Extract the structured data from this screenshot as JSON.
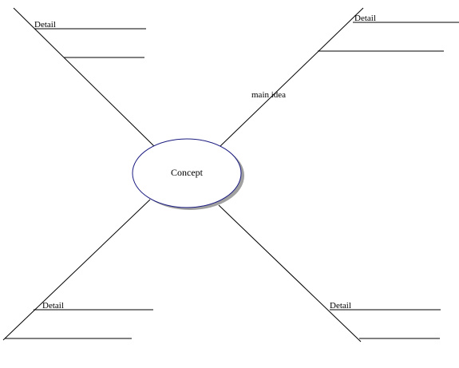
{
  "diagram": {
    "center": {
      "label": "Concept"
    },
    "spoke_label": "main idea",
    "details": [
      {
        "label": "Detail"
      },
      {
        "label": "Detail"
      },
      {
        "label": "Detail"
      },
      {
        "label": "Detail"
      }
    ]
  },
  "colors": {
    "line": "#000000",
    "oval_stroke": "#1a1a80",
    "oval_shadow": "#a0a0a0",
    "background": "#ffffff"
  }
}
